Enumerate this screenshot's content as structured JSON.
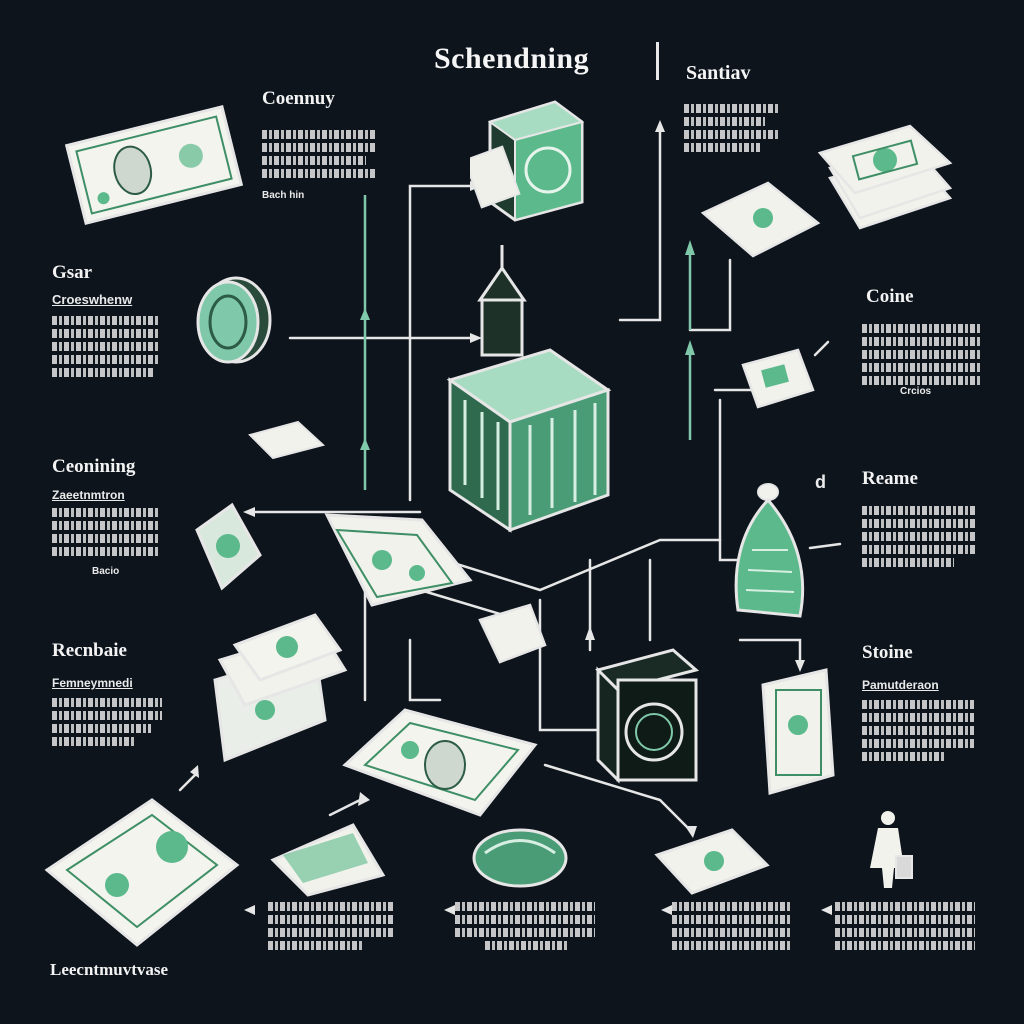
{
  "header": {
    "title": "Schendning",
    "subtitle": "Santiav"
  },
  "labels": {
    "top_left": "Coennuy",
    "left_upper": "Gsar",
    "left_upper_sub": "Croeswhenw",
    "left_middle": "Ceonining",
    "left_middle_sub": "Zaeetnmtron",
    "left_lower": "Recnbaie",
    "left_lower_sub": "Femneymnedi",
    "bottom_left": "Leecntmuvtvase",
    "right_upper": "Coine",
    "right_middle": "Reame",
    "right_lower": "Stoine",
    "right_lower_sub": "Pamutderaon",
    "right_middle_note": "d",
    "right_upper_note": "Crcios",
    "left_middle_note": "Bacio",
    "top_left_note": "Bach hin"
  },
  "colors": {
    "background": "#0d141c",
    "line": "#e8e8e8",
    "accent": "#7fc8a9",
    "money": "#5bb98c"
  },
  "icons": [
    "money-bill-icon",
    "coin-roll-icon",
    "bank-building-icon",
    "money-stack-icon",
    "money-bag-icon",
    "vault-safe-icon",
    "person-icon"
  ]
}
